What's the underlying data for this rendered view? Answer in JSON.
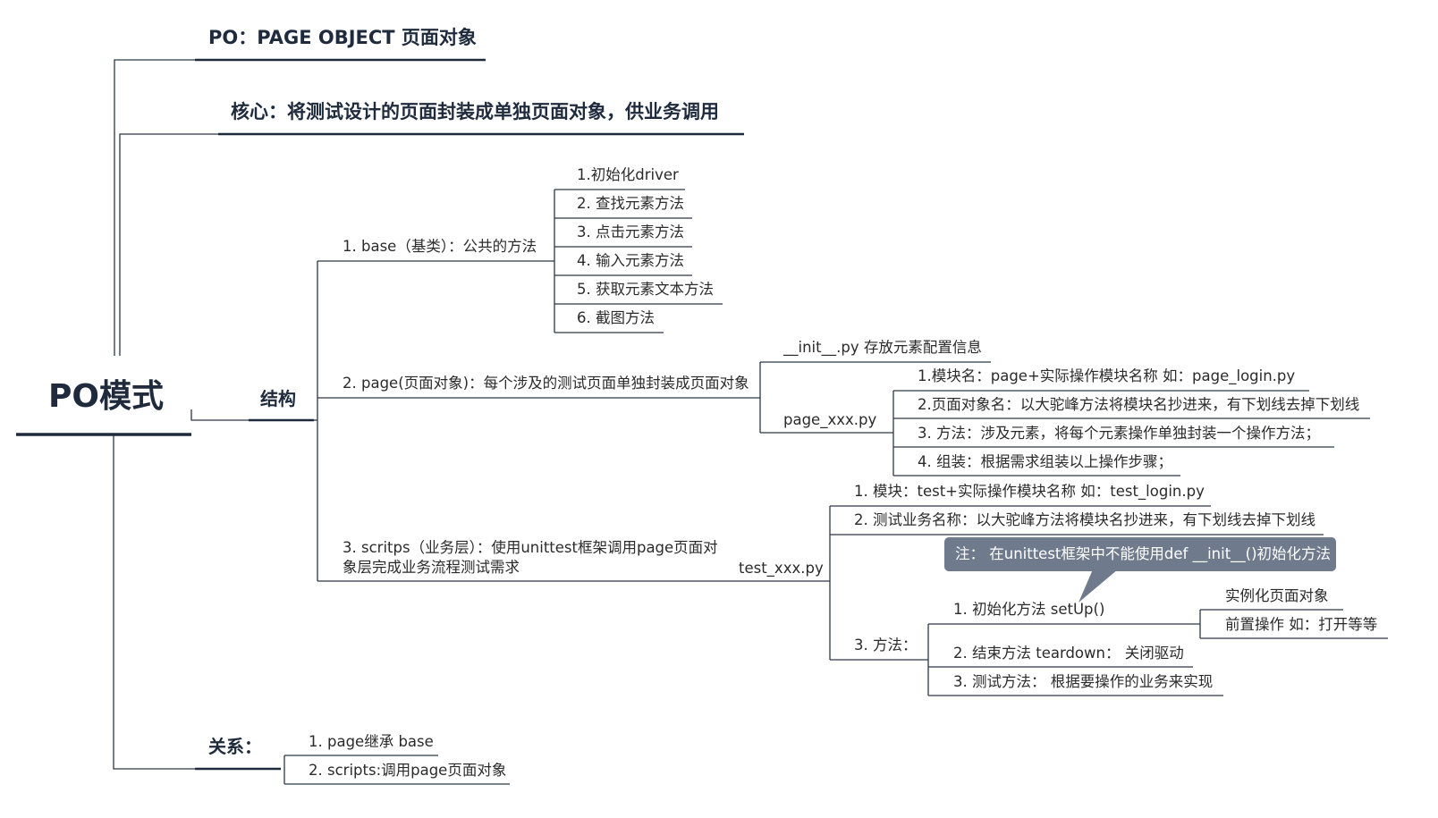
{
  "root": {
    "label": "PO模式"
  },
  "branches": {
    "po_def": "PO：PAGE OBJECT 页面对象",
    "core": "核心：将测试设计的页面封装成单独页面对象，供业务调用",
    "structure": {
      "label": "结构",
      "base": {
        "label": "1. base（基类）：公共的方法",
        "items": [
          "1.初始化driver",
          "2. 查找元素方法",
          "3. 点击元素方法",
          "4. 输入元素方法",
          "5. 获取元素文本方法",
          "6. 截图方法"
        ]
      },
      "page": {
        "label": "2. page(页面对象)：每个涉及的测试页面单独封装成页面对象",
        "init_py": "__init__.py  存放元素配置信息",
        "page_xxx": {
          "label": "page_xxx.py",
          "items": [
            "1.模块名：page+实际操作模块名称  如：page_login.py",
            "2.页面对象名：以大驼峰方法将模块名抄进来，有下划线去掉下划线",
            "3. 方法：涉及元素，将每个元素操作单独封装一个操作方法；",
            "4. 组装：根据需求组装以上操作步骤；"
          ]
        }
      },
      "scripts": {
        "label": "3. scritps（业务层）：使用unittest框架调用page页面对象层完成业务流程测试需求",
        "test_xxx": {
          "label": "test_xxx.py",
          "module": "1. 模块：test+实际操作模块名称 如：test_login.py",
          "class_name": "2. 测试业务名称：以大驼峰方法将模块名抄进来，有下划线去掉下划线",
          "methods": {
            "label": "3. 方法：",
            "setup": {
              "label": "1. 初始化方法 setUp()",
              "items": [
                "实例化页面对象",
                "前置操作 如：打开等等"
              ]
            },
            "teardown": "2. 结束方法 teardown：  关闭驱动",
            "test": "3. 测试方法：  根据要操作的业务来实现"
          },
          "note": "注：  在unittest框架中不能使用def __init__()初始化方法"
        }
      }
    },
    "relation": {
      "label": "关系：",
      "items": [
        "1. page继承 base",
        "2. scripts:调用page页面对象"
      ]
    }
  },
  "colors": {
    "line": "#2d3745",
    "heading": "#1f2b3d",
    "note_bg": "#6f7a8c"
  }
}
